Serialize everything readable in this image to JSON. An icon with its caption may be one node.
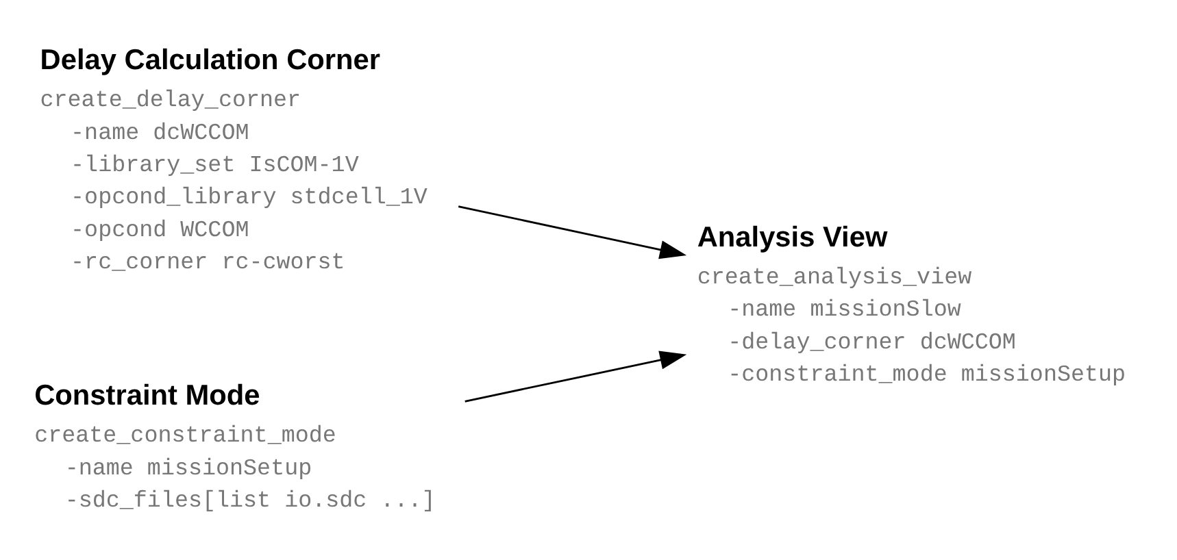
{
  "diagram": {
    "nodes": [
      {
        "text": [
          "Delay Calculation Corner",
          "create_delay_corner",
          "-name dcWCCOM",
          "-library_set IsCOM-1V",
          "-opcond_library stdcell_1V",
          "-opcond WCCOM",
          "-rc_corner rc-cworst"
        ]
      },
      {
        "text": [
          "Analysis View",
          "create_analysis_view",
          "-name missionSlow",
          "-delay_corner dcWCCOM",
          "-constraint_mode missionSetup"
        ]
      },
      {
        "text": [
          "Constraint Mode",
          "create_constraint_mode",
          "-name missionSetup",
          "-sdc_files[list io.sdc ...]"
        ]
      }
    ],
    "edges": [
      {
        "from": 0,
        "to": 1,
        "arrow": "to"
      },
      {
        "from": 2,
        "to": 1,
        "arrow": "to"
      }
    ]
  }
}
